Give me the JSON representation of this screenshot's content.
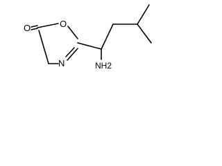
{
  "molecule": {
    "atoms": {
      "carbonyl_oxygen": "O",
      "ring_oxygen": "O",
      "ring_nitrogen": "N",
      "amino_group": "NH2"
    }
  }
}
